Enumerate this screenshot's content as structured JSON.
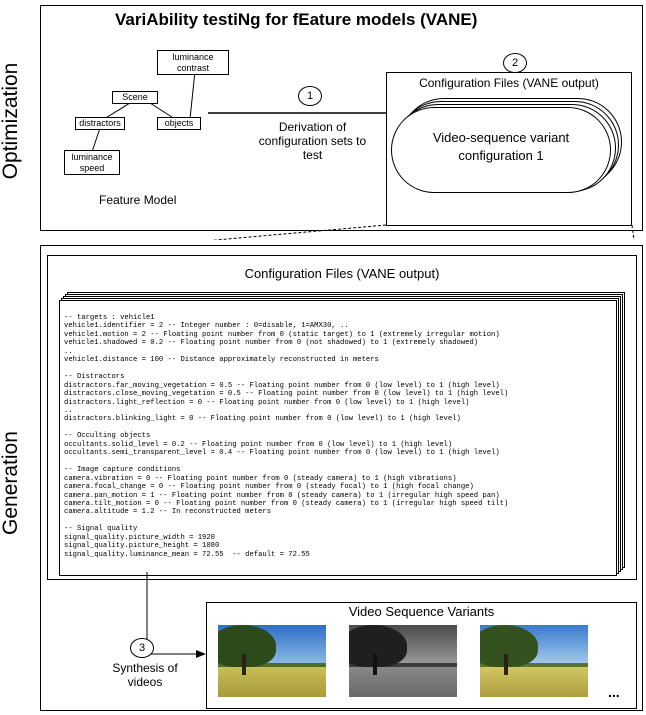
{
  "optimization": {
    "side_label": "Optimization",
    "title": "VariAbility testiNg for fEature models (VANE)",
    "feature_model": {
      "caption": "Feature Model",
      "nodes": {
        "scene": "Scene",
        "distractors": "distractors",
        "objects": "objects",
        "luminance_contrast": "luminance contrast",
        "luminance_speed": "luminance speed"
      }
    },
    "step1": {
      "number": "1",
      "text": "Derivation of configuration sets to test"
    },
    "step2": {
      "number": "2"
    },
    "config_files": {
      "title": "Configuration Files (VANE output)",
      "card_text": "Video-sequence variant configuration 1"
    }
  },
  "generation": {
    "side_label": "Generation",
    "config_files_title": "Configuration Files (VANE output)",
    "config_lines": [
      "-- targets : vehicle1",
      "vehicle1.identifier = 2 -- Integer number : 0=disable, 1=AMX30, ..",
      "vehicle1.motion = 2 -- Floating point number from 0 (static target) to 1 (extremely irregular motion)",
      "vehicle1.shadowed = 0.2 -- Floating point number from 0 (not shadowed) to 1 (extremely shadowed)",
      "..",
      "vehicle1.distance = 100 -- Distance approximately reconstructed in meters",
      "",
      "-- Distractors",
      "distractors.far_moving_vegetation = 0.5 -- Floating point number from 0 (low level) to 1 (high level)",
      "distractors.close_moving_vegetation = 0.5 -- Floating point number from 0 (low level) to 1 (high level)",
      "distractors.light_reflection = 0 -- Floating point number from 0 (low level) to 1 (high level)",
      "..",
      "distractors.blinking_light = 0 -- Floating point number from 0 (low level) to 1 (high level)",
      "",
      "-- Occulting objects",
      "occultants.solid_level = 0.2 -- Floating point number from 0 (low level) to 1 (high level)",
      "occultants.semi_transparent_level = 0.4 -- Floating point number from 0 (low level) to 1 (high level)",
      "",
      "-- Image capture conditions",
      "camera.vibration = 0 -- Floating point number from 0 (steady camera) to 1 (high vibrations)",
      "camera.focal_change = 0 -- Floating point number from 0 (steady focal) to 1 (high focal change)",
      "camera.pan_motion = 1 -- Floating point number from 0 (steady camera) to 1 (irregular high speed pan)",
      "camera.tilt_motion = 0 -- Floating point number from 0 (steady camera) to 1 (irregular high speed tilt)",
      "camera.altitude = 1.2 -- In reconstructed meters",
      "",
      "-- Signal quality",
      "signal_quality.picture_width = 1920",
      "signal_quality.picture_height = 1080",
      "signal_quality.luminance_mean = 72.55  -- default = 72.55"
    ],
    "step3": {
      "number": "3",
      "text": "Synthesis of videos"
    },
    "variants": {
      "title": "Video Sequence Variants",
      "ellipsis": "..."
    }
  }
}
